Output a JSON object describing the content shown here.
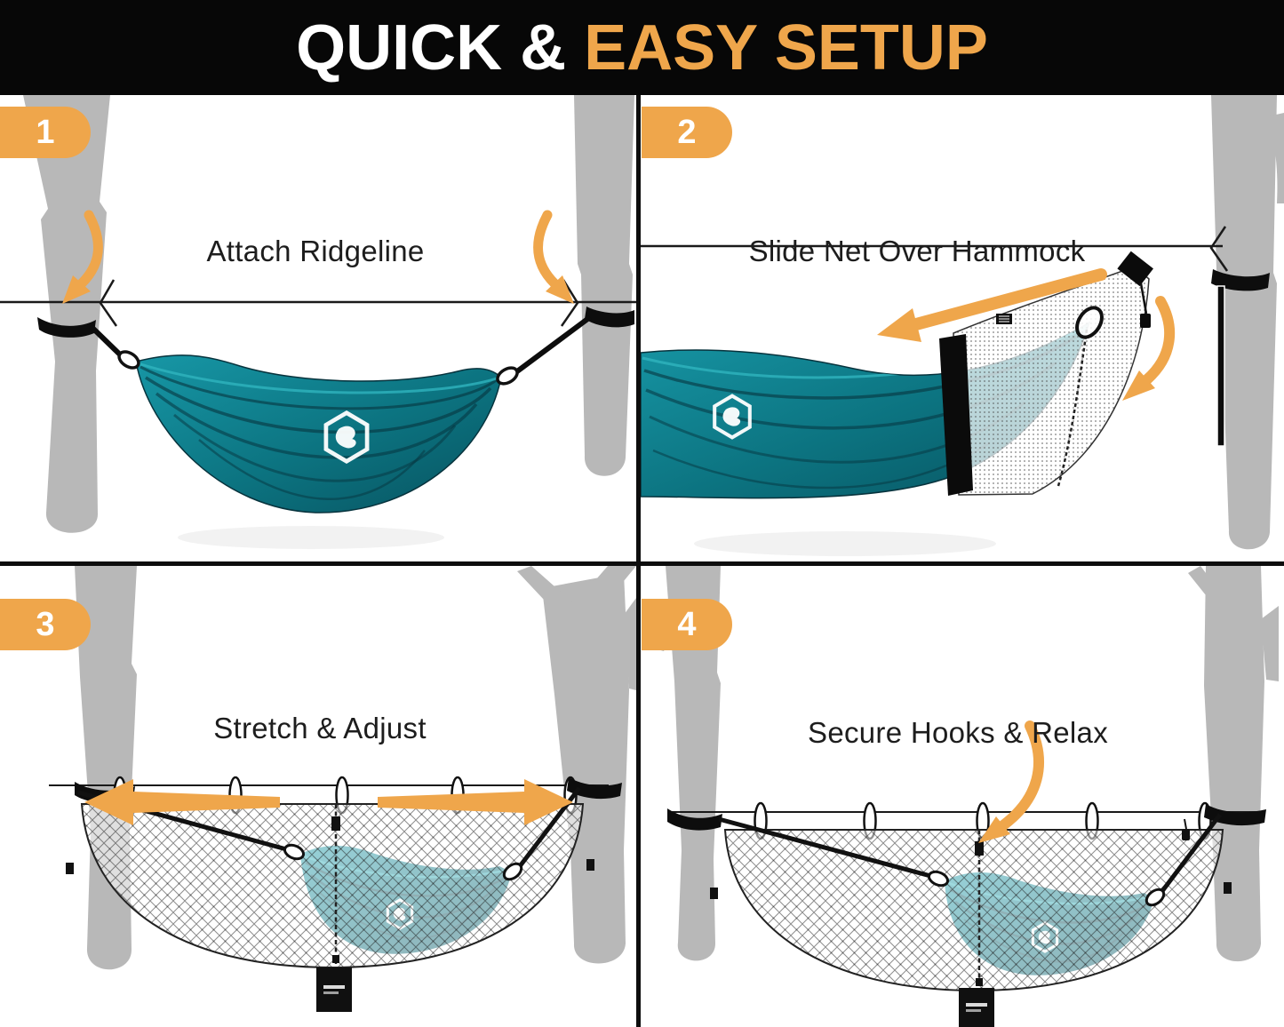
{
  "header": {
    "title_white": "QUICK & ",
    "title_orange": "EASY SETUP"
  },
  "panels": [
    {
      "number": "1",
      "label": "Attach Ridgeline"
    },
    {
      "number": "2",
      "label": "Slide Net Over Hammock"
    },
    {
      "number": "3",
      "label": "Stretch & Adjust"
    },
    {
      "number": "4",
      "label": "Secure Hooks & Relax"
    }
  ],
  "icons": {
    "panel1": [
      "curved-arrow-down-left",
      "curved-arrow-down-right"
    ],
    "panel2": [
      "long-arrow-down-left",
      "curved-arrow-down"
    ],
    "panel3": [
      "arrow-left",
      "arrow-right"
    ],
    "panel4": [
      "curved-arrow-down-left"
    ]
  },
  "colors": {
    "accent_orange": "#EFA64B",
    "header_bg": "#070707",
    "tree_gray": "#B8B8B8",
    "hammock_teal": "#0E7E8C",
    "hammock_teal_dark": "#063540",
    "line_black": "#1A1A1A",
    "net_white": "#FFFFFF"
  }
}
